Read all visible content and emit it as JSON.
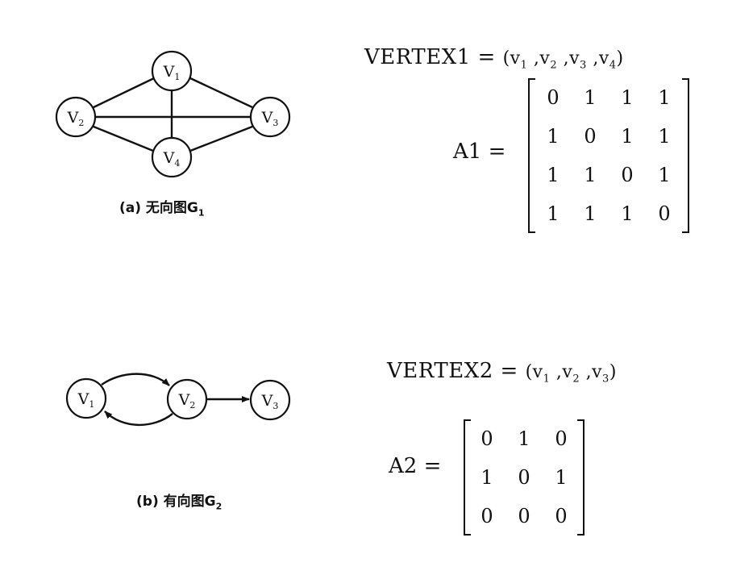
{
  "graphs": [
    {
      "id": "g1",
      "directed": false,
      "caption": {
        "prefix": "(a) 无向图G",
        "sub": "1"
      },
      "nodes": [
        {
          "id": "v1",
          "label": "V",
          "sub": "1"
        },
        {
          "id": "v2",
          "label": "V",
          "sub": "2"
        },
        {
          "id": "v3",
          "label": "V",
          "sub": "3"
        },
        {
          "id": "v4",
          "label": "V",
          "sub": "4"
        }
      ],
      "edges": [
        {
          "from": "v1",
          "to": "v2"
        },
        {
          "from": "v1",
          "to": "v3"
        },
        {
          "from": "v1",
          "to": "v4"
        },
        {
          "from": "v2",
          "to": "v3"
        },
        {
          "from": "v2",
          "to": "v4"
        },
        {
          "from": "v3",
          "to": "v4"
        }
      ]
    },
    {
      "id": "g2",
      "directed": true,
      "caption": {
        "prefix": "(b) 有向图G",
        "sub": "2"
      },
      "nodes": [
        {
          "id": "v1",
          "label": "V",
          "sub": "1"
        },
        {
          "id": "v2",
          "label": "V",
          "sub": "2"
        },
        {
          "id": "v3",
          "label": "V",
          "sub": "3"
        }
      ],
      "edges": [
        {
          "from": "v1",
          "to": "v2"
        },
        {
          "from": "v2",
          "to": "v1"
        },
        {
          "from": "v2",
          "to": "v3"
        }
      ]
    }
  ],
  "vertex1": {
    "name": "VERTEX1",
    "eq": "=",
    "open": "(",
    "close": ")",
    "items": [
      {
        "label": "v",
        "sub": "1"
      },
      {
        "label": "v",
        "sub": "2"
      },
      {
        "label": "v",
        "sub": "3"
      },
      {
        "label": "v",
        "sub": "4"
      }
    ]
  },
  "matrix1": {
    "name": "A1",
    "eq": "=",
    "rows": [
      [
        "0",
        "1",
        "1",
        "1"
      ],
      [
        "1",
        "0",
        "1",
        "1"
      ],
      [
        "1",
        "1",
        "0",
        "1"
      ],
      [
        "1",
        "1",
        "1",
        "0"
      ]
    ]
  },
  "vertex2": {
    "name": "VERTEX2",
    "eq": "=",
    "open": "(",
    "close": ")",
    "items": [
      {
        "label": "v",
        "sub": "1"
      },
      {
        "label": "v",
        "sub": "2"
      },
      {
        "label": "v",
        "sub": "3"
      }
    ]
  },
  "matrix2": {
    "name": "A2",
    "eq": "=",
    "rows": [
      [
        "0",
        "1",
        "0"
      ],
      [
        "1",
        "0",
        "1"
      ],
      [
        "0",
        "0",
        "0"
      ]
    ]
  }
}
